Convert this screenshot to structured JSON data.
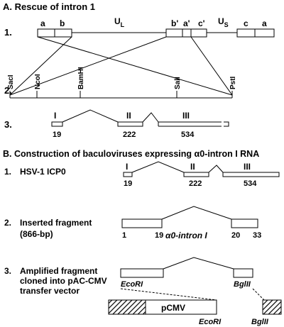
{
  "panel_a": {
    "title": "A. Rescue of intron 1",
    "row1": {
      "number": "1.",
      "seg_a_left": "a",
      "seg_b_left": "b",
      "ul_label": "U",
      "ul_sub": "L",
      "seg_b_prime": "b'",
      "seg_a_prime": "a'",
      "seg_c_prime": "c'",
      "us_label": "U",
      "us_sub": "S",
      "seg_c_right": "c",
      "seg_a_right": "a"
    },
    "row2": {
      "number": "2.",
      "sites": [
        "SacI",
        "NcoI",
        "BamHI",
        "SalI",
        "PstI"
      ]
    },
    "row3": {
      "number": "3.",
      "exon_labels": [
        "I",
        "II",
        "III"
      ],
      "sizes": [
        "19",
        "222",
        "534"
      ]
    }
  },
  "panel_b": {
    "title_prefix": "B. Construction of baculoviruses expressing ",
    "title_alpha": "α0-intron I RNA",
    "row1": {
      "number": "1.",
      "label": "HSV-1 ICP0",
      "exon_labels": [
        "I",
        "II",
        "III"
      ],
      "sizes": [
        "19",
        "222",
        "534"
      ]
    },
    "row2": {
      "number": "2.",
      "label_line1": "Inserted fragment",
      "label_line2": "(866-bp)",
      "positions": [
        "1",
        "19",
        "20",
        "33"
      ],
      "intron_label": "α0-intron I"
    },
    "row3": {
      "number": "3.",
      "label_line1": "Amplified fragment",
      "label_line2": "cloned into pAC-CMV",
      "label_line3": "transfer vector",
      "site_left": "EcoRI",
      "site_right": "BglII",
      "pcmv_label": "pCMV",
      "vector_site_left": "EcoRI",
      "vector_site_right": "BglII"
    }
  }
}
